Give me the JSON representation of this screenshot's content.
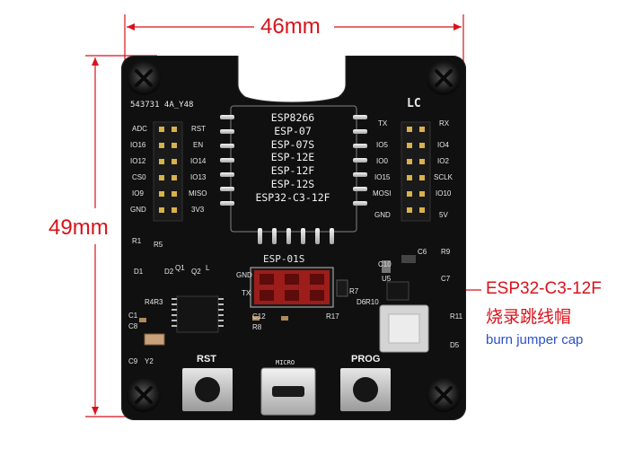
{
  "dimensions": {
    "width": "46mm",
    "height": "49mm"
  },
  "board": {
    "serial": "543731 4A_Y48",
    "lc_logo": "LC",
    "module_name": "ESP-01S",
    "micro_label": "MICRO",
    "compatible_modules": [
      "ESP8266",
      "ESP-07",
      "ESP-07S",
      "ESP-12E",
      "ESP-12F",
      "ESP-12S",
      "ESP32-C3-12F"
    ],
    "left_header_outer_labels": [
      "ADC",
      "IO16",
      "IO12",
      "CS0",
      "IO9",
      "GND"
    ],
    "left_header_inner_labels": [
      "RST",
      "EN",
      "IO14",
      "IO13",
      "MISO",
      "3V3"
    ],
    "right_header_inner_labels": [
      "TX",
      "IO5",
      "IO0",
      "IO15",
      "MOSI",
      "GND"
    ],
    "right_header_outer_labels": [
      "RX",
      "IO4",
      "IO2",
      "SCLK",
      "IO10",
      "5V"
    ],
    "buttons": {
      "rst": "RST",
      "prog": "PROG"
    },
    "components": [
      "R1",
      "R5",
      "D1",
      "D2",
      "Q1",
      "Q2",
      "L",
      "R4R3",
      "C1",
      "C8",
      "C9",
      "Y2",
      "C12",
      "R8",
      "R17",
      "R7",
      "D6",
      "R10",
      "C10",
      "U5",
      "C6",
      "R9",
      "C7",
      "R11",
      "D5",
      "GND",
      "TX"
    ]
  },
  "callout": {
    "title": "ESP32-C3-12F",
    "chinese": "烧录跳线帽",
    "english": "burn jumper cap"
  },
  "colors": {
    "annotation_red": "#d9121b",
    "annotation_blue": "#2a52c9",
    "pcb": "#0d0d0d",
    "jumper": "#a3201c"
  }
}
